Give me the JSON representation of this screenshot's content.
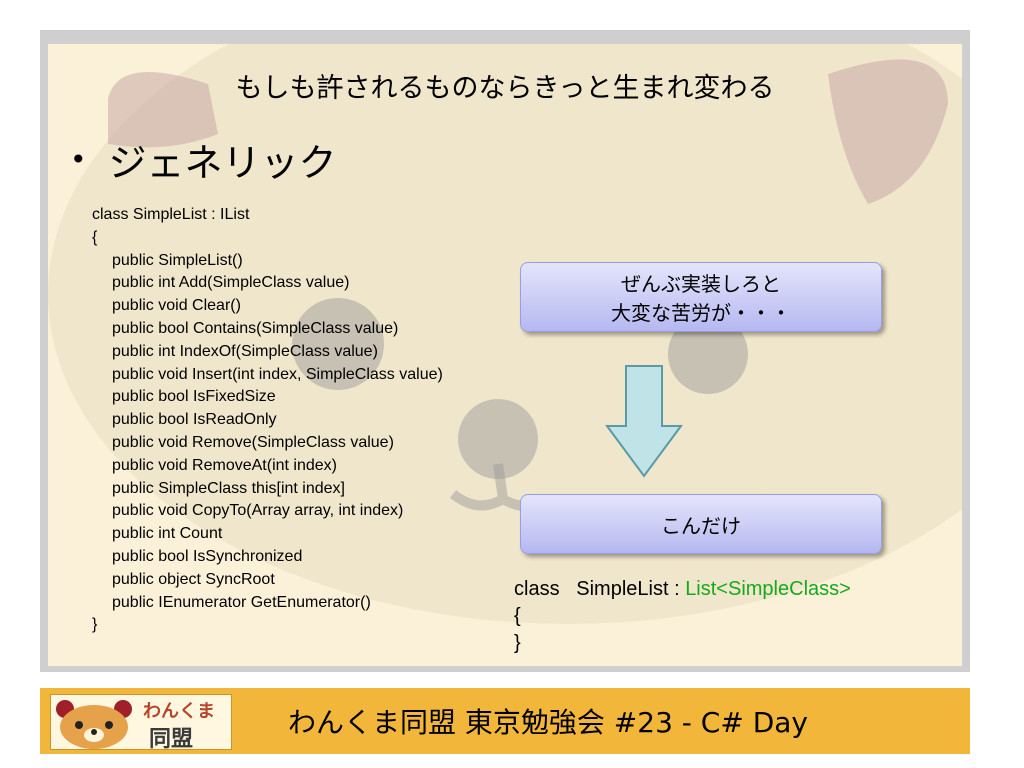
{
  "slide": {
    "title": "もしも許されるものならきっと生まれ変わる",
    "bullet_marker": "•",
    "bullet": "ジェネリック",
    "code_lines": [
      "class SimpleList : IList",
      "{",
      "public SimpleList()",
      "public int Add(SimpleClass value)",
      "public void Clear()",
      "public bool Contains(SimpleClass value)",
      "public int IndexOf(SimpleClass value)",
      "public void Insert(int index, SimpleClass value)",
      "public bool IsFixedSize",
      "public bool IsReadOnly",
      "public void Remove(SimpleClass value)",
      "public void RemoveAt(int index)",
      "public SimpleClass this[int index]",
      "public void CopyTo(Array array, int index)",
      "public int Count",
      "public bool IsSynchronized",
      "public object SyncRoot",
      "public IEnumerator GetEnumerator()",
      "}"
    ],
    "callout_top": {
      "line1": "ぜんぶ実装しろと",
      "line2": "大変な苦労が・・・"
    },
    "callout_bottom": "こんだけ",
    "code2": {
      "keyword": "class",
      "name": "SimpleList :",
      "base": "List<SimpleClass>",
      "open": "{",
      "close": "}"
    }
  },
  "footer": {
    "logo_line1": "わんくま",
    "logo_line2": "同盟",
    "text": "わんくま同盟 東京勉強会 #23 - C# Day"
  },
  "colors": {
    "slide_bg": "#fbf1d8",
    "callout_gradient_top": "#e4e5fb",
    "callout_gradient_bottom": "#b5b8f0",
    "arrow_fill": "#bfe3e7",
    "generic_green": "#17a91d",
    "footer_bg": "#f2b73a"
  }
}
